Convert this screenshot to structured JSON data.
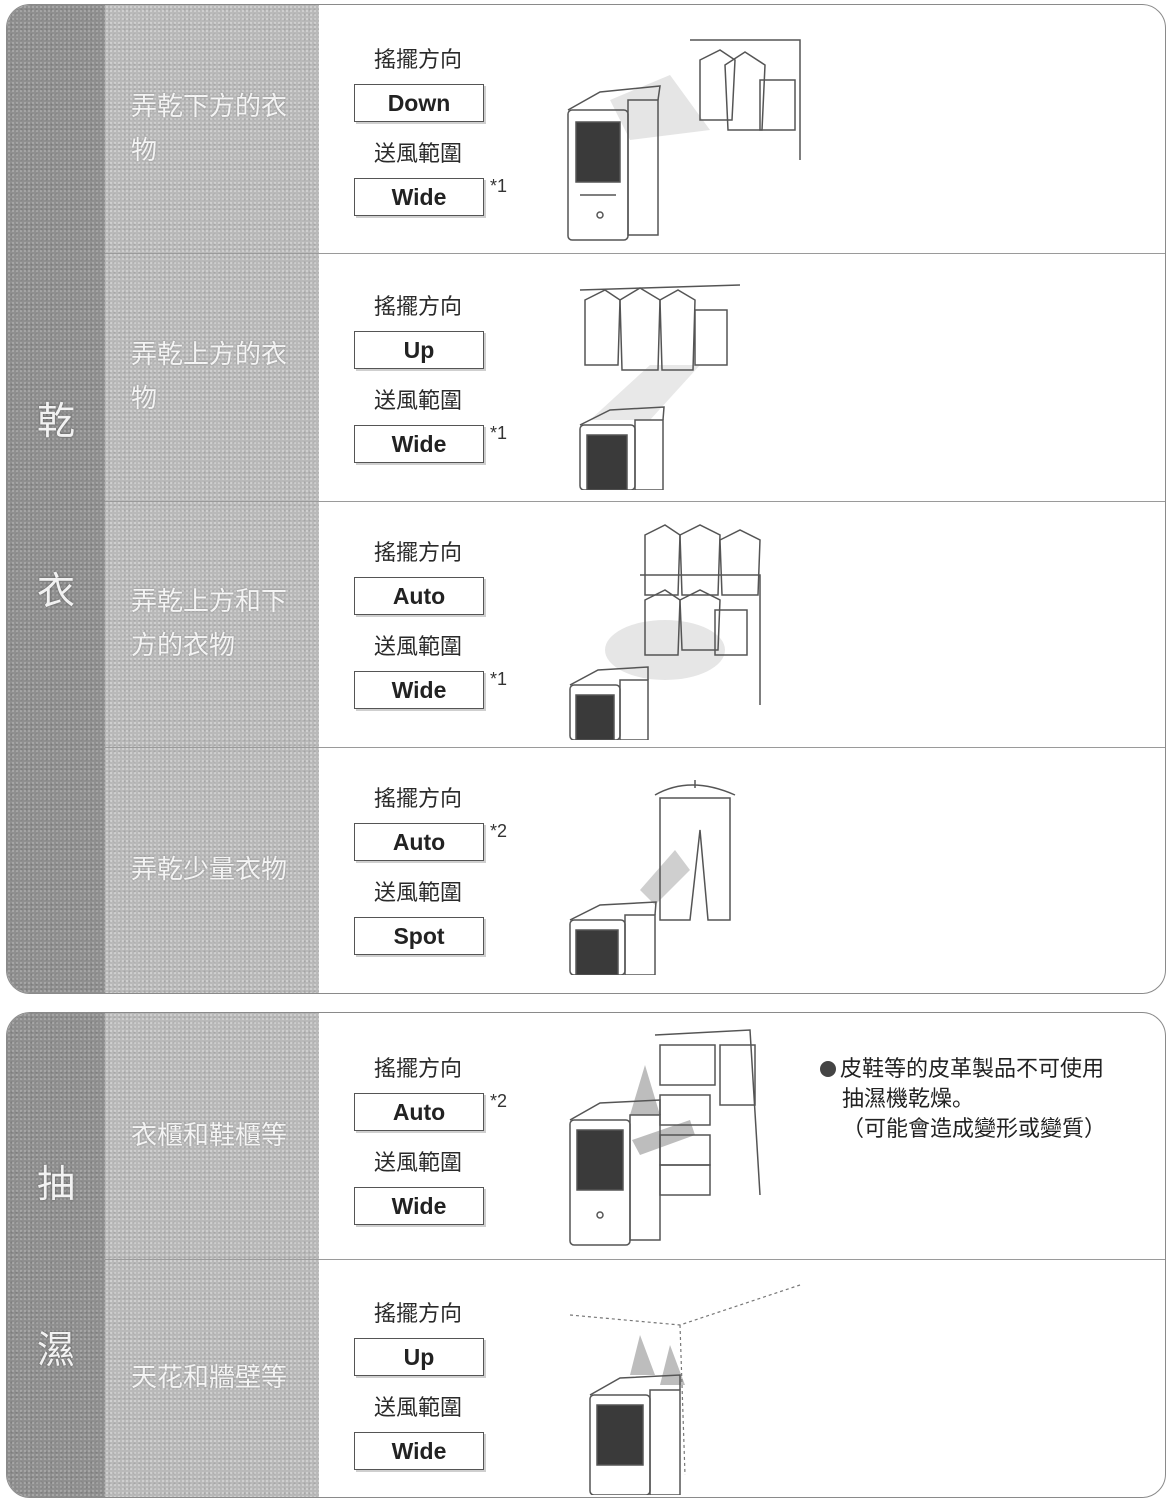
{
  "sections": [
    {
      "side_label": [
        "乾",
        "衣"
      ],
      "rows": [
        {
          "category": "弄乾下方的衣物",
          "swing_label": "搖擺方向",
          "swing_value": "Down",
          "swing_note": "",
          "range_label": "送風範圍",
          "range_value": "Wide",
          "range_note": "*1"
        },
        {
          "category": "弄乾上方的衣物",
          "swing_label": "搖擺方向",
          "swing_value": "Up",
          "swing_note": "",
          "range_label": "送風範圍",
          "range_value": "Wide",
          "range_note": "*1"
        },
        {
          "category": "弄乾上方和下方的衣物",
          "swing_label": "搖擺方向",
          "swing_value": "Auto",
          "swing_note": "",
          "range_label": "送風範圍",
          "range_value": "Wide",
          "range_note": "*1"
        },
        {
          "category": "弄乾少量衣物",
          "swing_label": "搖擺方向",
          "swing_value": "Auto",
          "swing_note": "*2",
          "range_label": "送風範圍",
          "range_value": "Spot",
          "range_note": ""
        }
      ]
    },
    {
      "side_label": [
        "抽",
        "濕"
      ],
      "rows": [
        {
          "category": "衣櫃和鞋櫃等",
          "swing_label": "搖擺方向",
          "swing_value": "Auto",
          "swing_note": "*2",
          "range_label": "送風範圍",
          "range_value": "Wide",
          "range_note": ""
        },
        {
          "category": "天花和牆壁等",
          "swing_label": "搖擺方向",
          "swing_value": "Up",
          "swing_note": "",
          "range_label": "送風範圍",
          "range_value": "Wide",
          "range_note": ""
        }
      ]
    }
  ],
  "bullet_note": {
    "line1": "皮鞋等的皮革製品不可使用",
    "line2": "抽濕機乾燥。",
    "line3": "（可能會造成變形或變質）"
  }
}
